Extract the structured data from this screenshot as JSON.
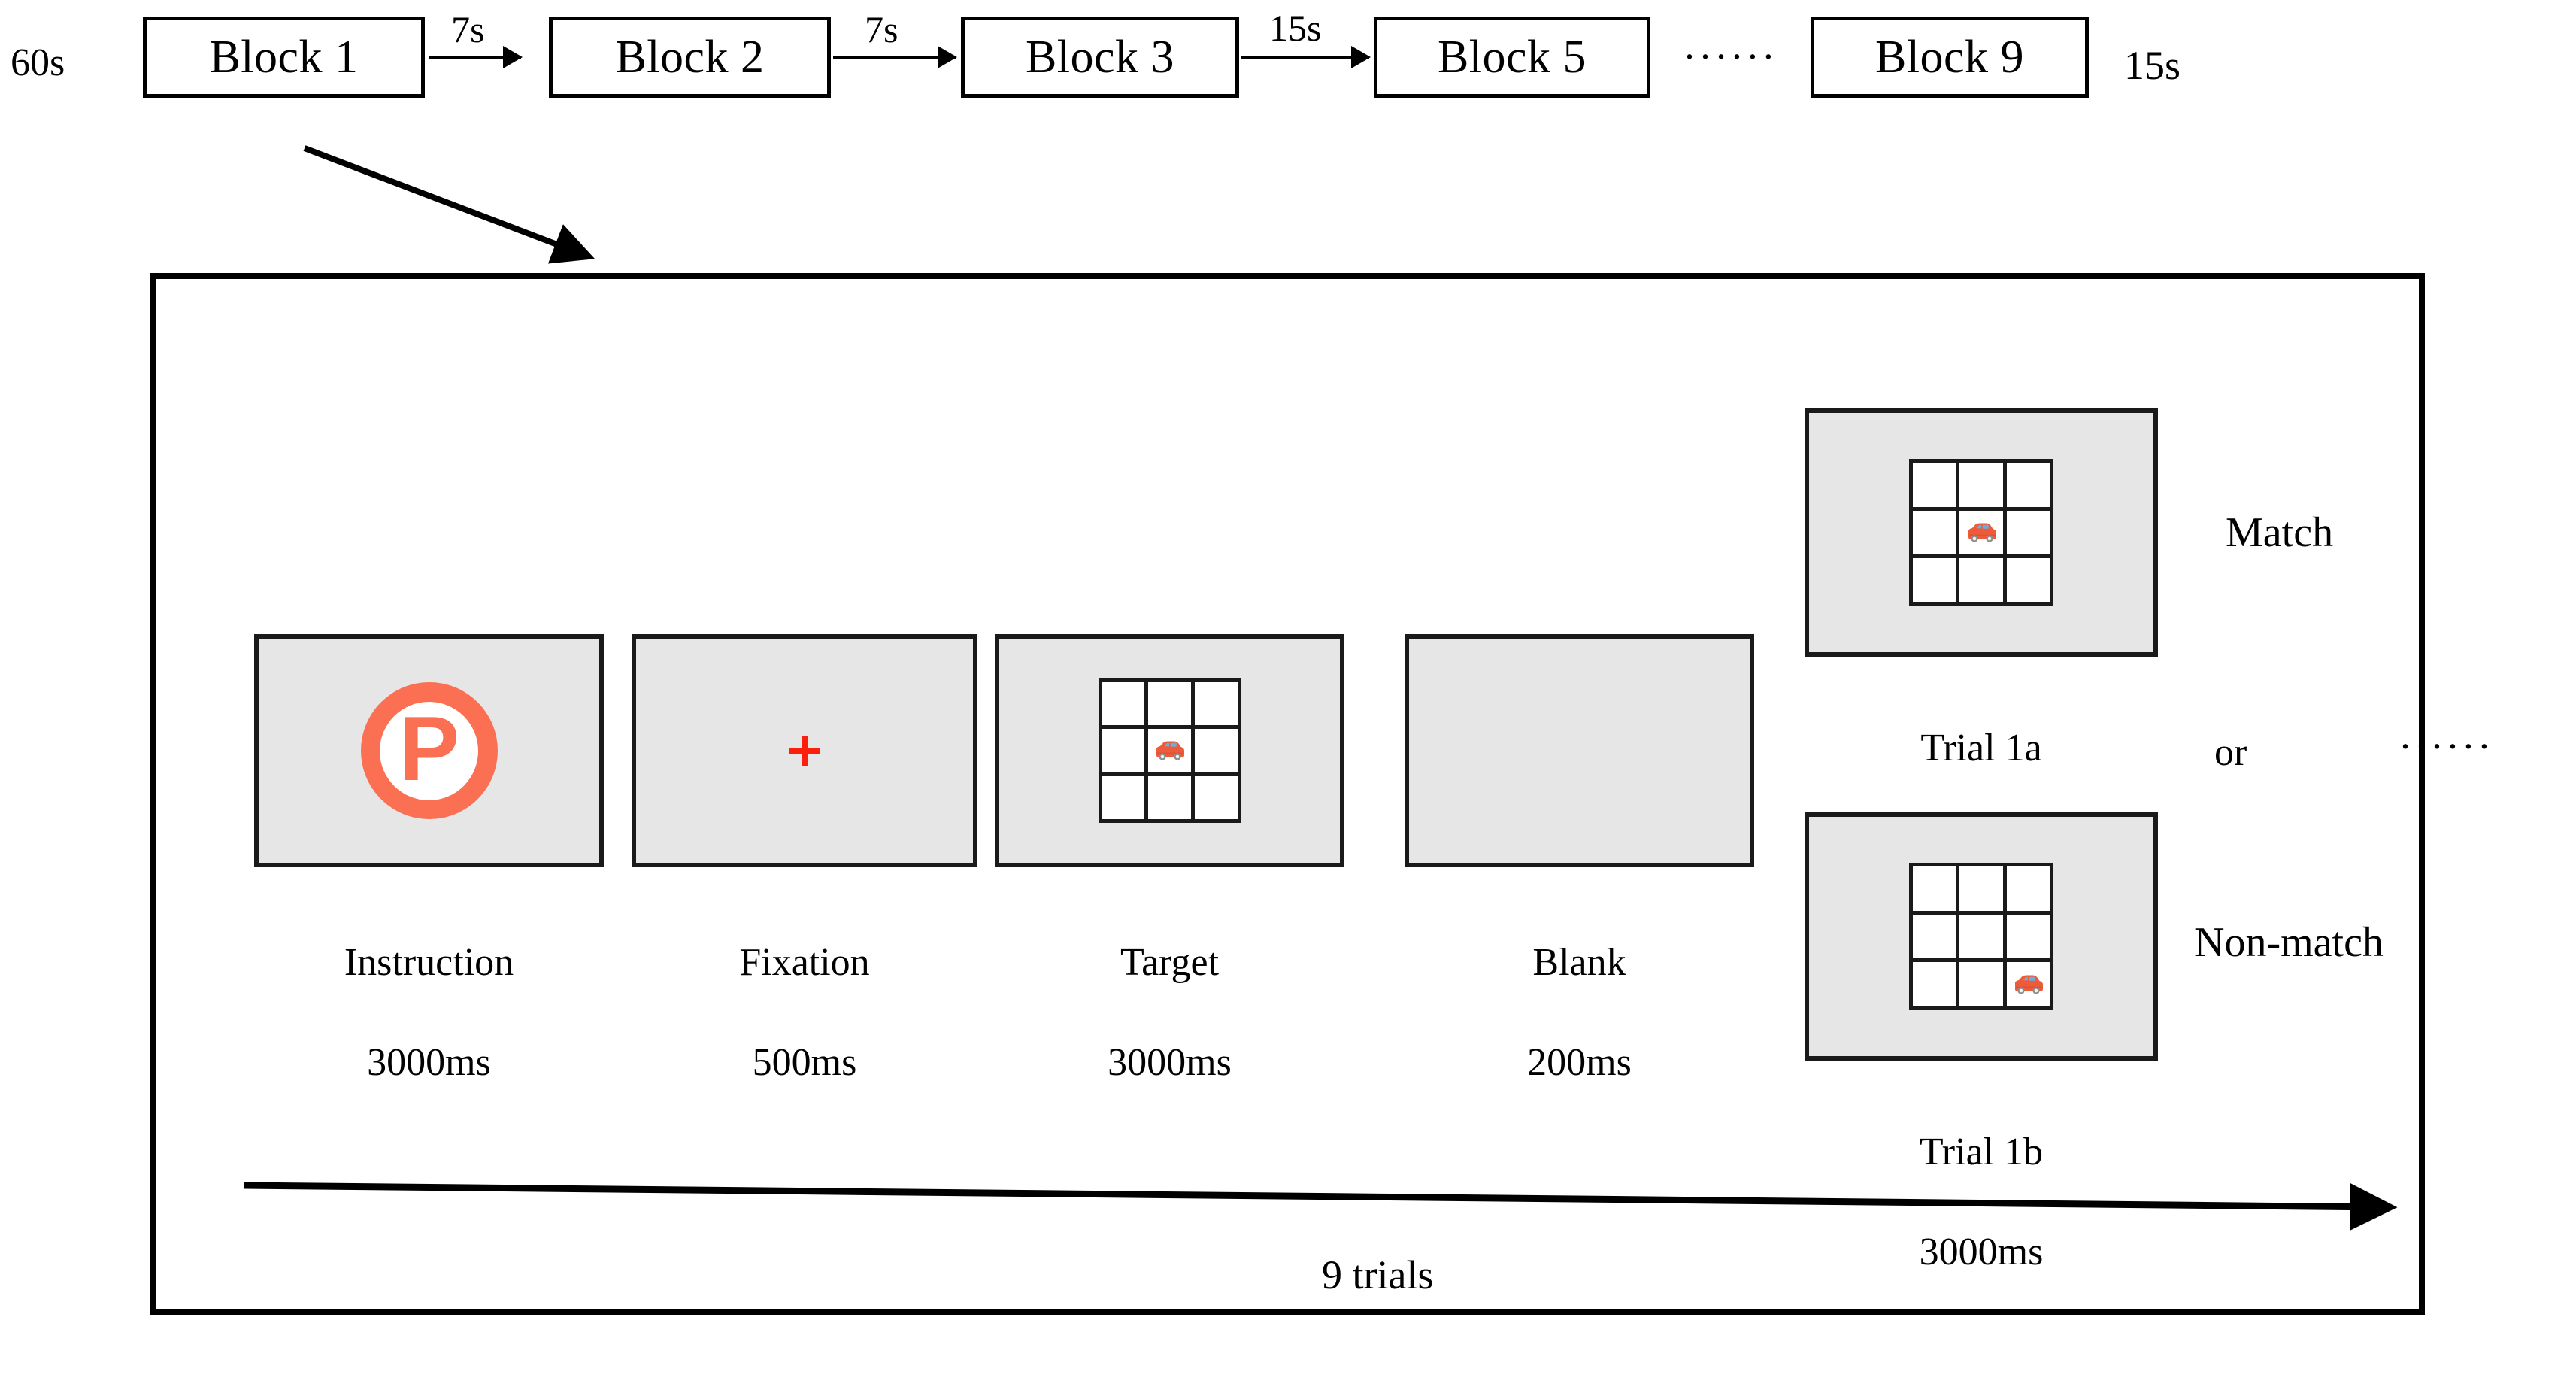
{
  "sequence": {
    "lead_label": "60s",
    "tail_label": "15s",
    "ellipsis": "······",
    "blocks": [
      {
        "label": "Block 1"
      },
      {
        "label": "Block 2"
      },
      {
        "label": "Block 3"
      },
      {
        "label": "Block 5"
      },
      {
        "label": "Block 9"
      }
    ],
    "interval_labels": [
      "7s",
      "7s",
      "15s"
    ]
  },
  "trial_structure": {
    "screens": [
      {
        "name": "Instruction",
        "label": "Instruction",
        "duration": "3000ms",
        "content": "parking-sign"
      },
      {
        "name": "Fixation",
        "label": "Fixation",
        "duration": "500ms",
        "content": "fixation-cross"
      },
      {
        "name": "Target",
        "label": "Target",
        "duration": "3000ms",
        "content": "grid",
        "car_cell": 4
      },
      {
        "name": "Blank",
        "label": "Blank",
        "duration": "200ms",
        "content": "empty"
      }
    ],
    "probes": [
      {
        "name": "Trial 1a",
        "label": "Trial 1a",
        "duration": "3000ms",
        "content": "grid",
        "car_cell": 4,
        "outcome": "Match"
      },
      {
        "name": "Trial 1b",
        "label": "Trial 1b",
        "duration": "3000ms",
        "content": "grid",
        "car_cell": 8,
        "outcome": "Non-match"
      }
    ],
    "or_label": "or",
    "ellipsis": "······",
    "trials_caption": "9 trials"
  },
  "colors": {
    "screen_background": "#e6e6e6",
    "outline": "#000000",
    "fixation_cross": "#fb1f0d",
    "parking_sign": "#fb6f53",
    "car_body": "#ee5b3b",
    "car_window": "#6aaede",
    "car_wheel": "#8e8e8e"
  }
}
